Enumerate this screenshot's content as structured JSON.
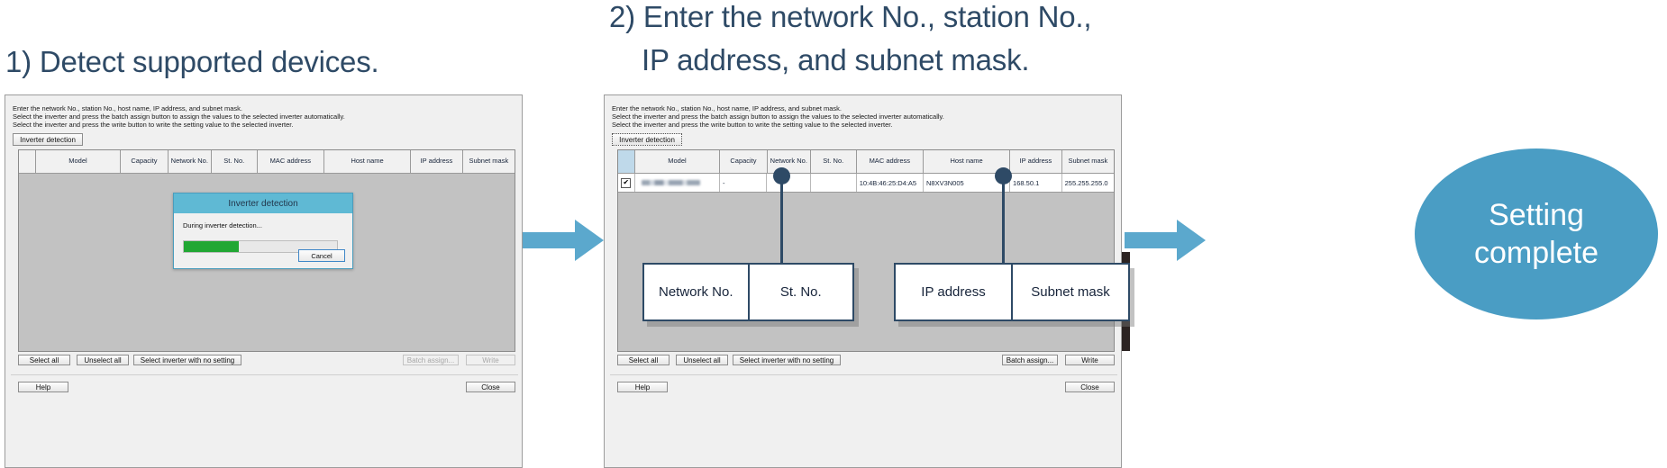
{
  "headings": {
    "step1": "1) Detect supported devices.",
    "step2_line1": "2) Enter the network No., station No.,",
    "step2_line2": "IP address, and subnet mask."
  },
  "dialog": {
    "notes": [
      "Enter the network No., station No., host name, IP address, and subnet mask.",
      "Select the inverter and press the batch assign button to assign the values to the selected inverter automatically.",
      "Select the inverter and press the write button to write the setting value to the selected inverter."
    ],
    "detect_button": "Inverter detection",
    "columns": [
      {
        "label": "",
        "width": 22
      },
      {
        "label": "Model",
        "width": 112
      },
      {
        "label": "Capacity",
        "width": 62
      },
      {
        "label": "Network No.",
        "width": 57
      },
      {
        "label": "St. No.",
        "width": 60
      },
      {
        "label": "MAC address",
        "width": 88
      },
      {
        "label": "Host name",
        "width": 114
      },
      {
        "label": "IP address",
        "width": 68
      },
      {
        "label": "Subnet mask",
        "width": 68
      }
    ],
    "footer_left": [
      "Select all",
      "Unselect all",
      "Select inverter with no setting"
    ],
    "footer_right": [
      "Batch assign...",
      "Write"
    ],
    "help_button": "Help",
    "close_button": "Close"
  },
  "modal": {
    "title": "Inverter detection",
    "message": "During inverter detection...",
    "progress_percent": 36,
    "cancel_button": "Cancel",
    "title_bar_color": "#5fb9d4",
    "progress_color": "#21a733"
  },
  "row": {
    "checked": "✔",
    "model": "",
    "capacity": "-",
    "network_no": "",
    "st_no": "",
    "mac_address": "10:4B:46:25:D4:A5",
    "host_name": "N8XV3N005",
    "ip_address": "168.50.1",
    "subnet_mask": "255.255.255.0"
  },
  "callouts": {
    "network_no": "Network No.",
    "st_no": "St. No.",
    "ip_address": "IP address",
    "subnet_mask": "Subnet mask"
  },
  "result": {
    "line1": "Setting",
    "line2": "complete",
    "circle_color": "#4a9dc4"
  },
  "colors": {
    "heading": "#2e4a66",
    "arrow": "#5ba8cd",
    "dialog_bg": "#f0f0f0",
    "table_bg": "#c2c2c2"
  }
}
